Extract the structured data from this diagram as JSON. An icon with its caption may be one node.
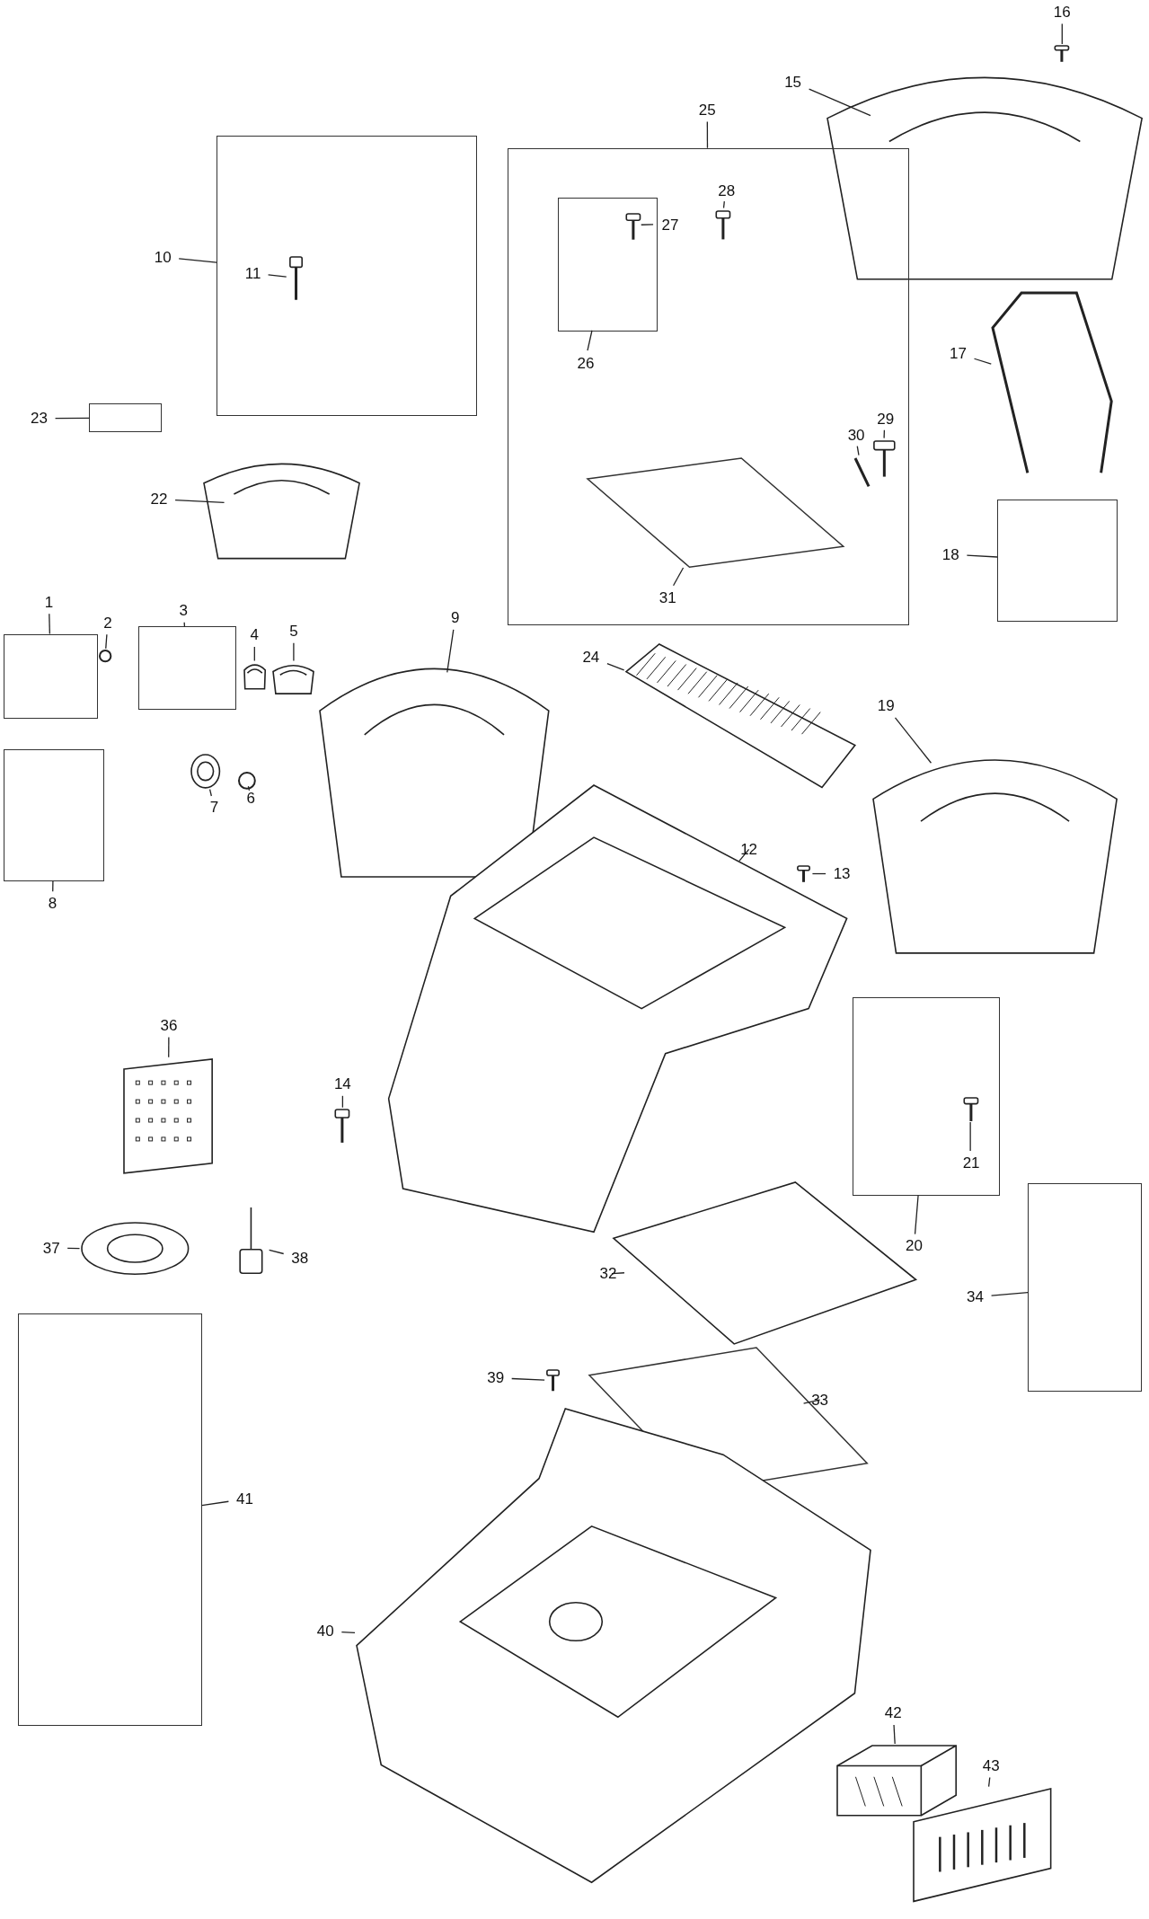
{
  "diagram": {
    "nodes": [
      {
        "text": [
          "16"
        ]
      },
      {
        "text": [],
        "shape": "picture"
      },
      {
        "text": [
          "15"
        ]
      },
      {
        "text": [],
        "shape": "picture"
      },
      {
        "text": [
          "25"
        ]
      },
      {
        "text": [],
        "shape": "box"
      },
      {
        "text": [
          "28"
        ],
        "in": 5
      },
      {
        "text": [],
        "shape": "picture",
        "in": 5
      },
      {
        "text": [
          "26"
        ],
        "in": 5
      },
      {
        "text": [],
        "shape": "box",
        "in": 5
      },
      {
        "text": [
          "27"
        ],
        "in": 5
      },
      {
        "text": [],
        "shape": "picture",
        "in": 9
      },
      {
        "text": [
          "10"
        ]
      },
      {
        "text": [],
        "shape": "box"
      },
      {
        "text": [
          "11"
        ],
        "in": 13
      },
      {
        "text": [],
        "shape": "picture",
        "in": 13
      },
      {
        "text": [
          "17"
        ]
      },
      {
        "text": [],
        "shape": "picture"
      },
      {
        "text": [
          "23"
        ]
      },
      {
        "text": [],
        "shape": "box"
      },
      {
        "text": [
          "29"
        ],
        "in": 5
      },
      {
        "text": [],
        "shape": "picture",
        "in": 5
      },
      {
        "text": [
          "30"
        ],
        "in": 5
      },
      {
        "text": [],
        "shape": "picture",
        "in": 5
      },
      {
        "text": [
          "22"
        ]
      },
      {
        "text": [],
        "shape": "picture"
      },
      {
        "text": [
          "18"
        ]
      },
      {
        "text": [],
        "shape": "box"
      },
      {
        "text": [
          "31"
        ],
        "in": 5
      },
      {
        "text": [],
        "shape": "parallelogram",
        "in": 5
      },
      {
        "text": [
          "1"
        ]
      },
      {
        "text": [],
        "shape": "box"
      },
      {
        "text": [
          "2"
        ]
      },
      {
        "text": [],
        "shape": "circle"
      },
      {
        "text": [
          "3"
        ]
      },
      {
        "text": [],
        "shape": "box"
      },
      {
        "text": [
          "9"
        ]
      },
      {
        "text": [],
        "shape": "picture"
      },
      {
        "text": [
          "4"
        ]
      },
      {
        "text": [],
        "shape": "picture"
      },
      {
        "text": [
          "5"
        ]
      },
      {
        "text": [],
        "shape": "picture"
      },
      {
        "text": [
          "24"
        ]
      },
      {
        "text": [],
        "shape": "picture"
      },
      {
        "text": [
          "19"
        ]
      },
      {
        "text": [],
        "shape": "picture"
      },
      {
        "text": [
          "7"
        ]
      },
      {
        "text": [],
        "shape": "picture"
      },
      {
        "text": [
          "6"
        ]
      },
      {
        "text": [],
        "shape": "circle"
      },
      {
        "text": [
          "12"
        ]
      },
      {
        "text": [],
        "shape": "picture"
      },
      {
        "text": [
          "13"
        ]
      },
      {
        "text": [],
        "shape": "picture"
      },
      {
        "text": [
          "8"
        ]
      },
      {
        "text": [],
        "shape": "box"
      },
      {
        "text": [
          "36"
        ]
      },
      {
        "text": [],
        "shape": "picture"
      },
      {
        "text": [
          "14"
        ]
      },
      {
        "text": [],
        "shape": "picture"
      },
      {
        "text": [
          "20"
        ]
      },
      {
        "text": [],
        "shape": "box"
      },
      {
        "text": [
          "21"
        ],
        "in": 61
      },
      {
        "text": [],
        "shape": "picture",
        "in": 61
      },
      {
        "text": [
          "37"
        ]
      },
      {
        "text": [],
        "shape": "picture"
      },
      {
        "text": [
          "38"
        ]
      },
      {
        "text": [],
        "shape": "picture"
      },
      {
        "text": [
          "32"
        ]
      },
      {
        "text": [],
        "shape": "picture"
      },
      {
        "text": [
          "34"
        ]
      },
      {
        "text": [],
        "shape": "box"
      },
      {
        "text": [
          "39"
        ]
      },
      {
        "text": [],
        "shape": "picture"
      },
      {
        "text": [
          "33"
        ]
      },
      {
        "text": [],
        "shape": "parallelogram"
      },
      {
        "text": [
          "41"
        ]
      },
      {
        "text": [],
        "shape": "box"
      },
      {
        "text": [
          "40"
        ]
      },
      {
        "text": [],
        "shape": "picture"
      },
      {
        "text": [
          "42"
        ]
      },
      {
        "text": [],
        "shape": "picture"
      },
      {
        "text": [
          "43"
        ]
      },
      {
        "text": [],
        "shape": "picture"
      }
    ],
    "edges": [
      {
        "from": 0,
        "to": 1,
        "arrow": "none"
      },
      {
        "from": 2,
        "to": 3,
        "arrow": "none"
      },
      {
        "from": 4,
        "to": 5,
        "arrow": "none"
      },
      {
        "from": 6,
        "to": 7,
        "arrow": "none"
      },
      {
        "from": 8,
        "to": 9,
        "arrow": "none"
      },
      {
        "from": 10,
        "to": 11,
        "arrow": "none"
      },
      {
        "from": 12,
        "to": 13,
        "arrow": "none"
      },
      {
        "from": 14,
        "to": 15,
        "arrow": "none"
      },
      {
        "from": 16,
        "to": 17,
        "arrow": "none"
      },
      {
        "from": 18,
        "to": 19,
        "arrow": "none"
      },
      {
        "from": 20,
        "to": 21,
        "arrow": "none"
      },
      {
        "from": 22,
        "to": 23,
        "arrow": "none"
      },
      {
        "from": 24,
        "to": 25,
        "arrow": "none"
      },
      {
        "from": 26,
        "to": 27,
        "arrow": "none"
      },
      {
        "from": 28,
        "to": 29,
        "arrow": "none"
      },
      {
        "from": 30,
        "to": 31,
        "arrow": "none"
      },
      {
        "from": 32,
        "to": 33,
        "arrow": "none"
      },
      {
        "from": 34,
        "to": 35,
        "arrow": "none"
      },
      {
        "from": 36,
        "to": 37,
        "arrow": "none"
      },
      {
        "from": 38,
        "to": 39,
        "arrow": "none"
      },
      {
        "from": 40,
        "to": 41,
        "arrow": "none"
      },
      {
        "from": 42,
        "to": 43,
        "arrow": "none"
      },
      {
        "from": 44,
        "to": 45,
        "arrow": "none"
      },
      {
        "from": 46,
        "to": 47,
        "arrow": "none"
      },
      {
        "from": 48,
        "to": 49,
        "arrow": "none"
      },
      {
        "from": 50,
        "to": 51,
        "arrow": "none"
      },
      {
        "from": 52,
        "to": 53,
        "arrow": "none"
      },
      {
        "from": 54,
        "to": 55,
        "arrow": "none"
      },
      {
        "from": 56,
        "to": 57,
        "arrow": "none"
      },
      {
        "from": 58,
        "to": 59,
        "arrow": "none"
      },
      {
        "from": 60,
        "to": 61,
        "arrow": "none"
      },
      {
        "from": 62,
        "to": 63,
        "arrow": "none"
      },
      {
        "from": 64,
        "to": 65,
        "arrow": "none"
      },
      {
        "from": 66,
        "to": 67,
        "arrow": "none"
      },
      {
        "from": 68,
        "to": 69,
        "arrow": "none"
      },
      {
        "from": 70,
        "to": 71,
        "arrow": "none"
      },
      {
        "from": 72,
        "to": 73,
        "arrow": "none"
      },
      {
        "from": 74,
        "to": 75,
        "arrow": "none"
      },
      {
        "from": 76,
        "to": 77,
        "arrow": "none"
      },
      {
        "from": 78,
        "to": 79,
        "arrow": "none"
      },
      {
        "from": 80,
        "to": 81,
        "arrow": "none"
      },
      {
        "from": 82,
        "to": 83,
        "arrow": "none"
      }
    ]
  }
}
